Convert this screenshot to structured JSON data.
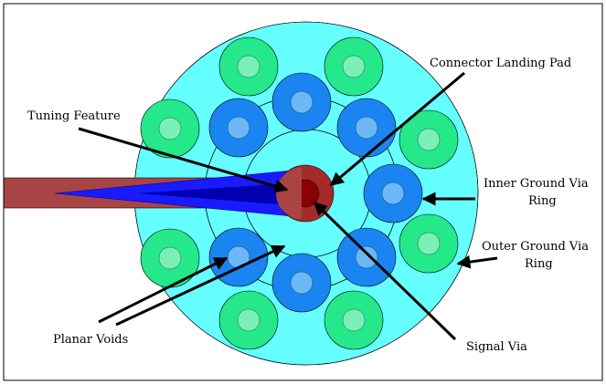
{
  "labels": {
    "connector_landing_pad": "Connector Landing Pad",
    "tuning_feature": "Tuning Feature",
    "inner_ground_via_ring_line1": "Inner Ground Via",
    "inner_ground_via_ring_line2": "Ring",
    "outer_ground_via_ring_line1": "Outer Ground Via",
    "outer_ground_via_ring_line2": "Ring",
    "planar_voids": "Planar Voids",
    "signal_via": "Signal Via"
  },
  "colors": {
    "background_disc": "#66ffff",
    "inner_ground_via": "#1a85f0",
    "inner_ground_via_core": "#6ab8f5",
    "outer_ground_via": "#24e88a",
    "outer_ground_via_core": "#7af0b8",
    "signal_trace": "#a84444",
    "landing_pad": "#a52a2a",
    "signal_via": "#8b0000",
    "tuning_feature": "#1a1aff",
    "tuning_feature_dark": "#0000b0",
    "outline": "#000000",
    "arrow": "#000000"
  }
}
